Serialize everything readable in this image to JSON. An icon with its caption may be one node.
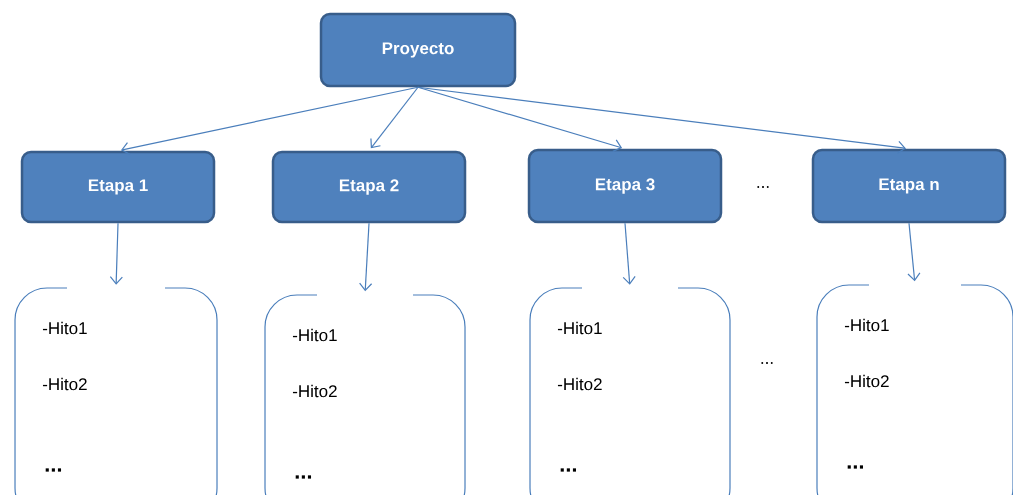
{
  "diagram": {
    "nodes": [
      {
        "text": [
          "Proyecto"
        ]
      },
      {
        "text": [
          "Etapa 1"
        ]
      },
      {
        "text": [
          "Etapa 2"
        ]
      },
      {
        "text": [
          "Etapa 3"
        ]
      },
      {
        "text": [
          "Etapa n"
        ]
      },
      {
        "text": [
          "-Hito1",
          "-Hito2",
          "..."
        ]
      },
      {
        "text": [
          "-Hito1",
          "-Hito2",
          "..."
        ]
      },
      {
        "text": [
          "-Hito1",
          "-Hito2",
          "..."
        ]
      },
      {
        "text": [
          "-Hito1",
          "-Hito2",
          "..."
        ]
      }
    ],
    "edges": [
      {
        "from": 0,
        "to": 1,
        "arrow": "to"
      },
      {
        "from": 0,
        "to": 2,
        "arrow": "to"
      },
      {
        "from": 0,
        "to": 3,
        "arrow": "to"
      },
      {
        "from": 0,
        "to": 4,
        "arrow": "to"
      },
      {
        "from": 1,
        "to": 5,
        "arrow": "to"
      },
      {
        "from": 2,
        "to": 6,
        "arrow": "to"
      },
      {
        "from": 3,
        "to": 7,
        "arrow": "to"
      },
      {
        "from": 4,
        "to": 8,
        "arrow": "to"
      }
    ],
    "labels": [
      "...",
      "..."
    ]
  }
}
